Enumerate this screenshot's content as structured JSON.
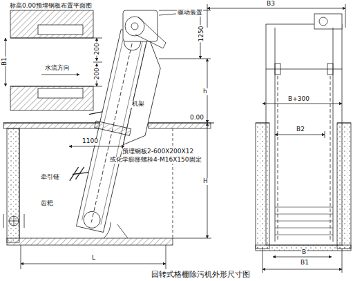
{
  "diagram": {
    "caption": "回转式格栅除污机外形尺寸图",
    "labels": [
      "标高0.00预埋钢板布置平面图",
      "B1",
      "200",
      "200",
      "水流方向",
      "驱动装置",
      "1250",
      "机架",
      "h",
      "0.00",
      "1100",
      "预埋钢板2-600X200X12",
      "或化学膨胀螺栓4-M16X150固定",
      "牵引链",
      "齿耙",
      "H",
      "L",
      "B3",
      "B+300",
      "B2",
      "B",
      "B1"
    ]
  }
}
